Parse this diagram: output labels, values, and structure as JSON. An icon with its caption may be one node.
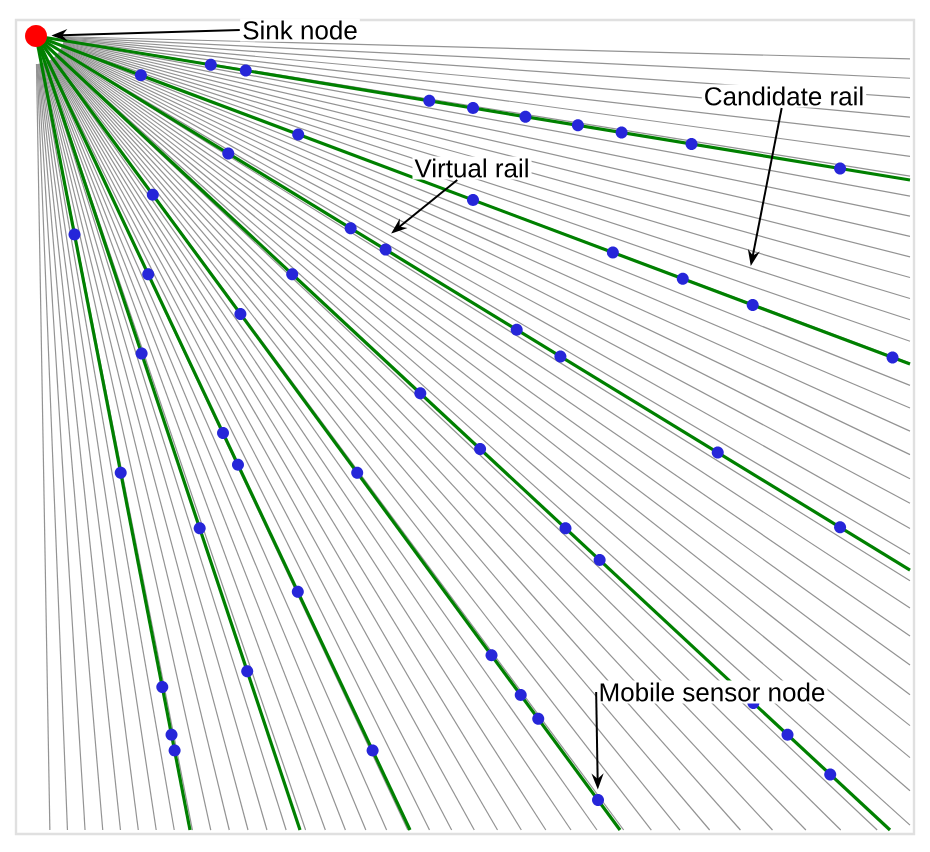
{
  "diagram": {
    "nodes": [
      {
        "text": [],
        "shape": "circle"
      },
      {
        "text": [
          "Sink node"
        ]
      },
      {
        "text": [
          "Virtual rail"
        ]
      },
      {
        "text": [
          "Candidate rail"
        ]
      },
      {
        "text": [
          "Mobile sensor node"
        ]
      },
      {
        "text": [],
        "shape": "circle"
      }
    ],
    "edges": [
      {
        "from": 1,
        "to": 0,
        "arrow": "to"
      },
      {
        "from": 2,
        "to": null,
        "arrow": "to"
      },
      {
        "from": 3,
        "to": null,
        "arrow": "to"
      },
      {
        "from": 4,
        "to": 5,
        "arrow": "to"
      }
    ]
  }
}
